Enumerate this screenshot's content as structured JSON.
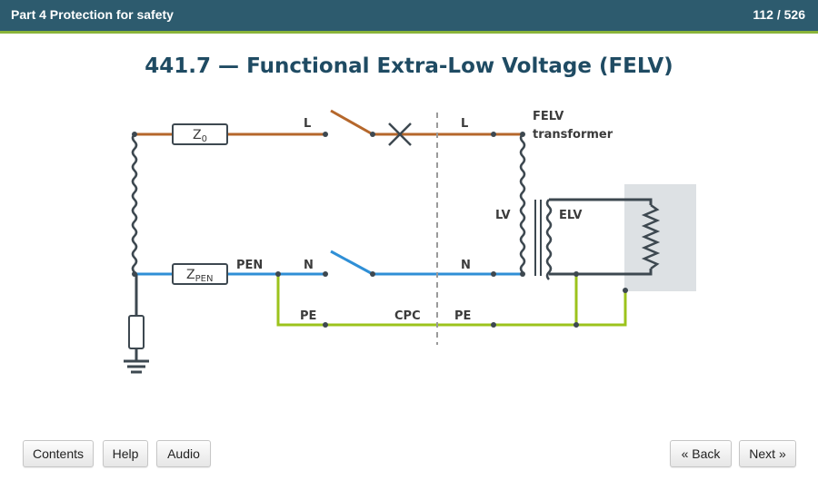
{
  "header": {
    "section": "Part 4 Protection for safety",
    "page": "112 / 526"
  },
  "title": "441.7 — Functional Extra-Low Voltage (FELV)",
  "diagram": {
    "z0": "Z",
    "z0_sub": "0",
    "zpen": "Z",
    "zpen_sub": "PEN",
    "label_L_left": "L",
    "label_L_right": "L",
    "label_PEN": "PEN",
    "label_N_left": "N",
    "label_N_right": "N",
    "label_PE_left": "PE",
    "label_CPC": "CPC",
    "label_PE_right": "PE",
    "label_LV": "LV",
    "label_ELV": "ELV",
    "transformer_line1": "FELV",
    "transformer_line2": "transformer",
    "colors": {
      "line": "#b5672b",
      "neutral": "#2f8fd6",
      "earth": "#9cc31c",
      "wire": "#3d4850",
      "load_bg": "#dde1e4"
    }
  },
  "nav": {
    "contents": "Contents",
    "help": "Help",
    "audio": "Audio",
    "back": "« Back",
    "next": "Next »"
  }
}
